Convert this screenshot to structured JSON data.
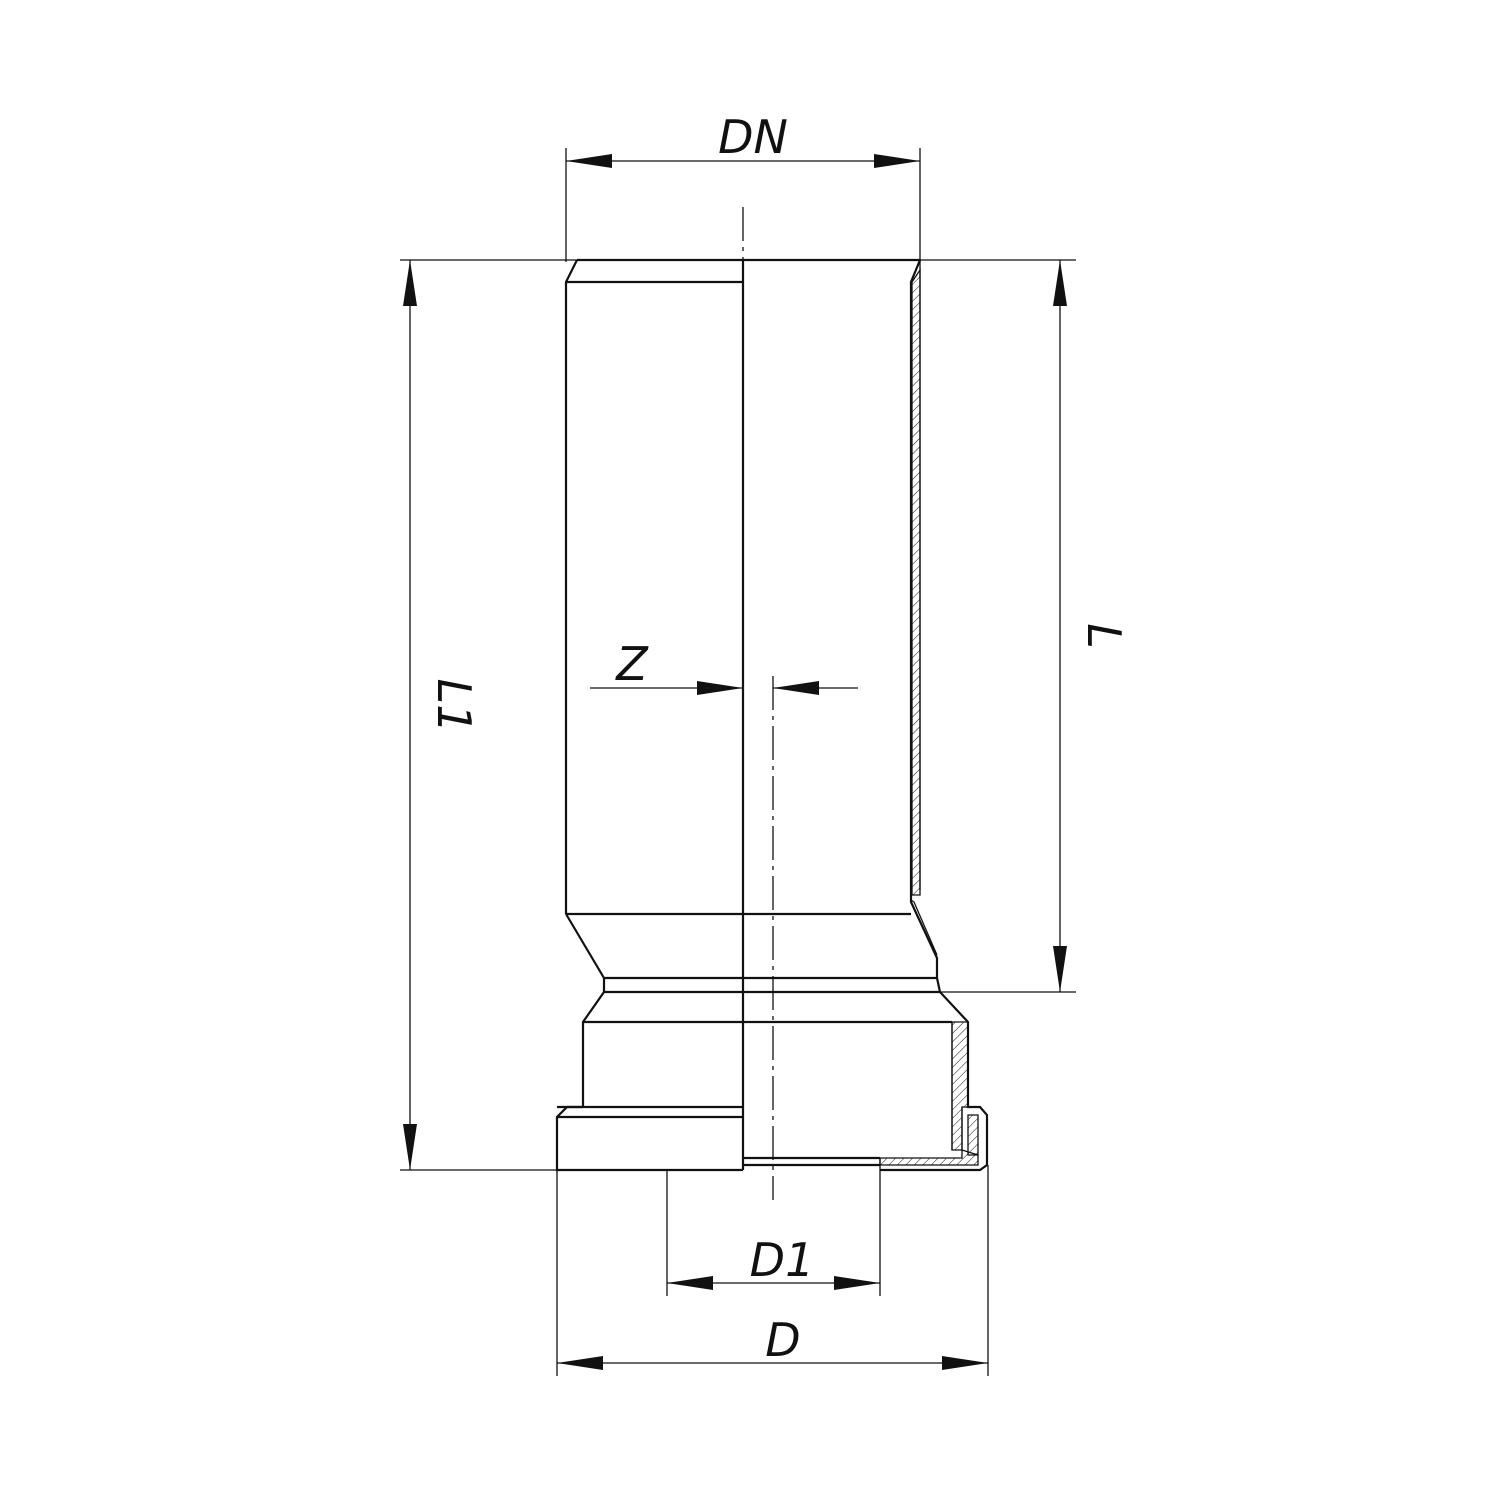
{
  "labels": {
    "dn": "DN",
    "l1": "L1",
    "l": "L",
    "z": "Z",
    "d1": "D1",
    "d": "D"
  },
  "colors": {
    "line": "#111111",
    "background": "#ffffff"
  }
}
